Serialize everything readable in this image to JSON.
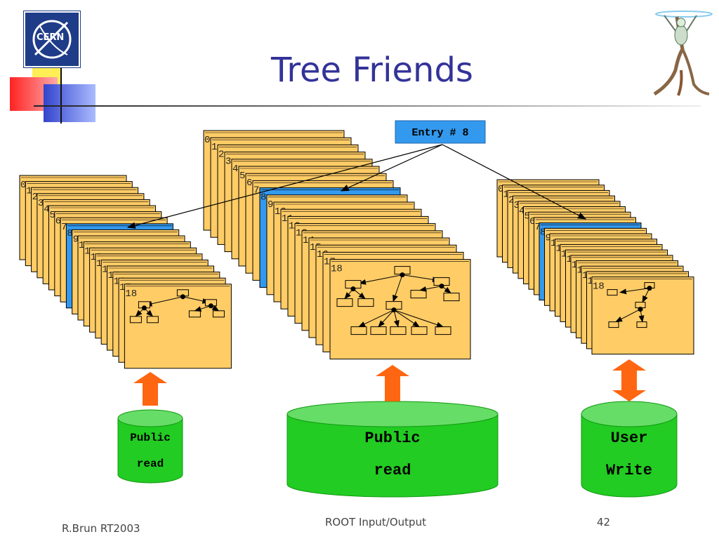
{
  "slide": {
    "title": "Tree Friends",
    "footer_left": "R.Brun RT2003",
    "footer_center": "ROOT Input/Output",
    "page_number": "42"
  },
  "logo": {
    "text": "CERN"
  },
  "entry_box": {
    "label": "Entry # 8"
  },
  "stacks": [
    {
      "name": "left",
      "entries": [
        "0",
        "1",
        "2",
        "3",
        "4",
        "5",
        "6",
        "7",
        "8",
        "9",
        "10",
        "11",
        "12",
        "13",
        "14",
        "15",
        "16",
        "17",
        "18"
      ],
      "highlight": "8"
    },
    {
      "name": "center",
      "entries": [
        "0",
        "1",
        "2",
        "3",
        "4",
        "5",
        "6",
        "7",
        "8",
        "9",
        "10",
        "11",
        "12",
        "13",
        "14",
        "15",
        "16",
        "17",
        "18"
      ],
      "highlight": "8"
    },
    {
      "name": "right",
      "entries": [
        "0",
        "1",
        "2",
        "3",
        "4",
        "5",
        "6",
        "7",
        "8",
        "9",
        "10",
        "11",
        "12",
        "13",
        "14",
        "15",
        "16",
        "17",
        "18"
      ],
      "highlight": "8"
    }
  ],
  "disks": [
    {
      "name": "left",
      "line1": "Public",
      "line2": "read"
    },
    {
      "name": "center",
      "line1": "Public",
      "line2": "read"
    },
    {
      "name": "right",
      "line1": "User",
      "line2": "Write"
    }
  ],
  "colors": {
    "card_fill": "#FFCC66",
    "card_highlight": "#3399EE",
    "disk_fill": "#22CC22",
    "disk_top": "#66DD66",
    "arrow_fill": "#FF6611",
    "title_color": "#333399",
    "entry_box_fill": "#3399EE"
  }
}
